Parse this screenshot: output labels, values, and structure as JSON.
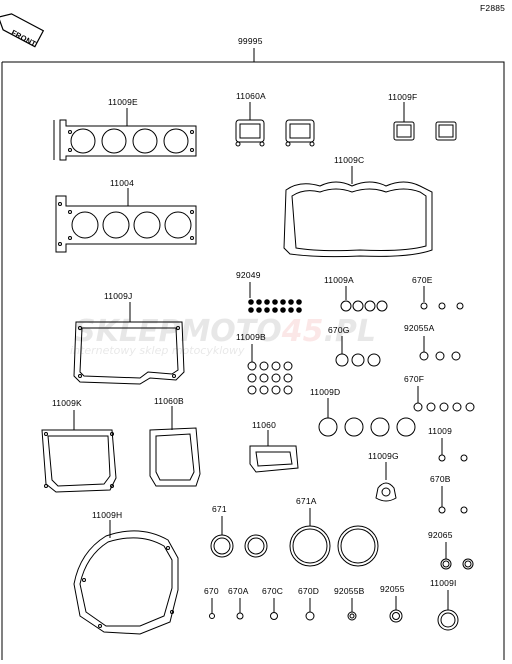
{
  "figure_code": "F2885",
  "front_label": "FRONT",
  "kit_number": "99995",
  "watermark": {
    "brand_a": "SKLEP",
    "brand_b": "MOTO",
    "brand_c": "45",
    "brand_d": ".PL",
    "tagline": "internetowy sklep motocyklowy"
  },
  "parts": {
    "p11009E": "11009E",
    "p11004": "11004",
    "p11060A": "11060A",
    "p11009F": "11009F",
    "p11009C": "11009C",
    "p92049": "92049",
    "p11009A": "11009A",
    "p670E": "670E",
    "p11009J": "11009J",
    "p670G": "670G",
    "p92055A": "92055A",
    "p11009B": "11009B",
    "p670F": "670F",
    "p11009D": "11009D",
    "p11009K": "11009K",
    "p11060B": "11060B",
    "p11060": "11060",
    "p11009": "11009",
    "p11009G": "11009G",
    "p670B": "670B",
    "p11009H": "11009H",
    "p671": "671",
    "p671A": "671A",
    "p92065": "92065",
    "p670": "670",
    "p670A": "670A",
    "p670C": "670C",
    "p670D": "670D",
    "p92055B": "92055B",
    "p92055": "92055",
    "p11009I": "11009I"
  }
}
